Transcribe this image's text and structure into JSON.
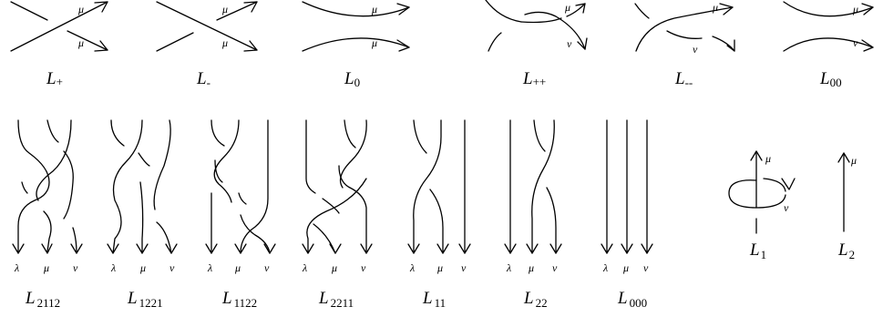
{
  "strand_labels": {
    "lambda": "λ",
    "mu": "μ",
    "nu": "ν"
  },
  "top_row": [
    {
      "id": "L_plus",
      "letter": "L",
      "sub": "+"
    },
    {
      "id": "L_minus",
      "letter": "L",
      "sub": "-"
    },
    {
      "id": "L_0",
      "letter": "L",
      "sub": "0"
    },
    {
      "id": "L_plusplus",
      "letter": "L",
      "sub": "++"
    },
    {
      "id": "L_minusminus",
      "letter": "L",
      "sub": "--"
    },
    {
      "id": "L_00",
      "letter": "L",
      "sub": "00"
    }
  ],
  "bottom_row": [
    {
      "id": "L_2112",
      "letter": "L",
      "sub": "2112"
    },
    {
      "id": "L_1221",
      "letter": "L",
      "sub": "1221"
    },
    {
      "id": "L_1122",
      "letter": "L",
      "sub": "1122"
    },
    {
      "id": "L_2211",
      "letter": "L",
      "sub": "2211"
    },
    {
      "id": "L_11",
      "letter": "L",
      "sub": "11"
    },
    {
      "id": "L_22",
      "letter": "L",
      "sub": "22"
    },
    {
      "id": "L_000",
      "letter": "L",
      "sub": "000"
    },
    {
      "id": "L_1",
      "letter": "L",
      "sub": "1"
    },
    {
      "id": "L_2",
      "letter": "L",
      "sub": "2"
    }
  ]
}
